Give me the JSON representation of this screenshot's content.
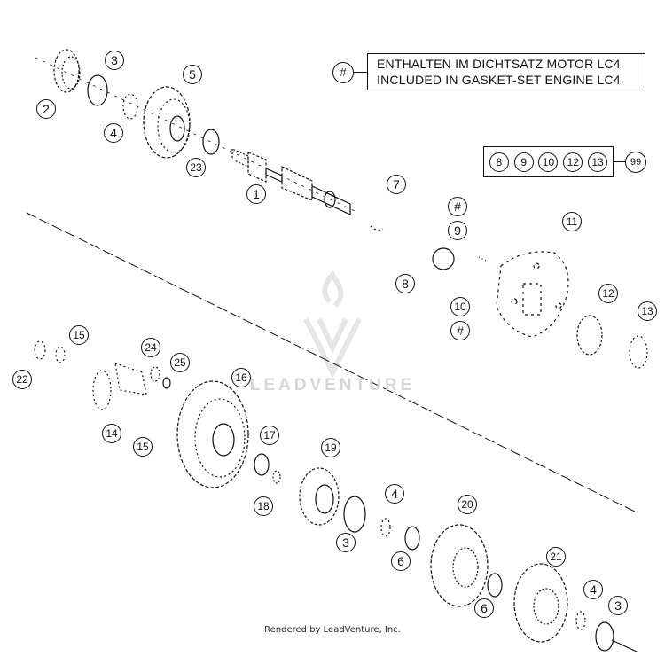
{
  "notice": {
    "marker": "#",
    "line1": "ENTHALTEN IM DICHTSATZ MOTOR LC4",
    "line2": "INCLUDED IN GASKET-SET ENGINE LC4"
  },
  "gasket_set": {
    "members": [
      "8",
      "9",
      "10",
      "12",
      "13"
    ],
    "total": "99"
  },
  "callouts": [
    {
      "id": "c-1",
      "label": "1"
    },
    {
      "id": "c-2",
      "label": "2"
    },
    {
      "id": "c-3a",
      "label": "3"
    },
    {
      "id": "c-4a",
      "label": "4"
    },
    {
      "id": "c-5",
      "label": "5"
    },
    {
      "id": "c-23",
      "label": "23"
    },
    {
      "id": "c-7",
      "label": "7"
    },
    {
      "id": "c-hash-a",
      "label": "#"
    },
    {
      "id": "c-9",
      "label": "9"
    },
    {
      "id": "c-8",
      "label": "8"
    },
    {
      "id": "c-10",
      "label": "10"
    },
    {
      "id": "c-hash-b",
      "label": "#"
    },
    {
      "id": "c-11",
      "label": "11"
    },
    {
      "id": "c-12",
      "label": "12"
    },
    {
      "id": "c-13",
      "label": "13"
    },
    {
      "id": "c-15a",
      "label": "15"
    },
    {
      "id": "c-22",
      "label": "22"
    },
    {
      "id": "c-24",
      "label": "24"
    },
    {
      "id": "c-25",
      "label": "25"
    },
    {
      "id": "c-16",
      "label": "16"
    },
    {
      "id": "c-14",
      "label": "14"
    },
    {
      "id": "c-15b",
      "label": "15"
    },
    {
      "id": "c-17",
      "label": "17"
    },
    {
      "id": "c-18",
      "label": "18"
    },
    {
      "id": "c-19",
      "label": "19"
    },
    {
      "id": "c-3b",
      "label": "3"
    },
    {
      "id": "c-4b",
      "label": "4"
    },
    {
      "id": "c-6a",
      "label": "6"
    },
    {
      "id": "c-20",
      "label": "20"
    },
    {
      "id": "c-6b",
      "label": "6"
    },
    {
      "id": "c-21",
      "label": "21"
    },
    {
      "id": "c-4c",
      "label": "4"
    },
    {
      "id": "c-3c",
      "label": "3"
    }
  ],
  "watermark": "LEADVENTURE",
  "footer": "Rendered by LeadVenture, Inc."
}
